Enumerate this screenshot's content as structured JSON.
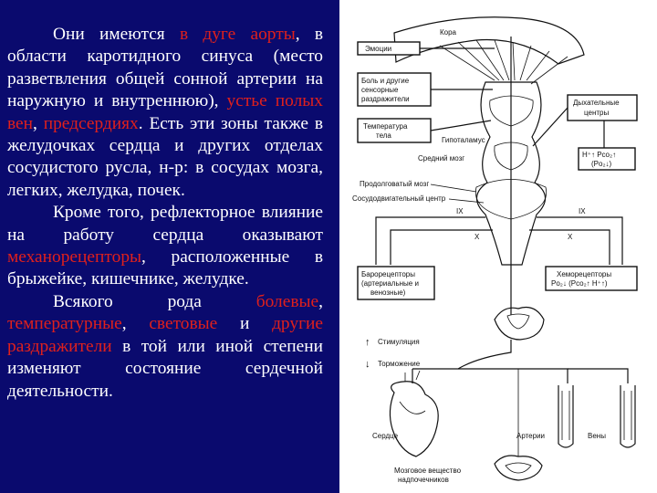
{
  "text": {
    "p1": {
      "s1": "Они имеются ",
      "r1": "в дуге аорты",
      "s2": ", в области каротидного синуса (место разветвления общей сонной артерии на наружную и внутреннюю), ",
      "r2": "устье полых вен",
      "s3": ", ",
      "r3": "предсердиях",
      "s4": ". Есть эти зоны также в желудочках сердца и других отделах сосудистого русла, н-р: в сосудах мозга, легких, желудка, почек."
    },
    "p2": {
      "s1": "Кроме того, рефлекторное влияние на работу сердца оказывают ",
      "r1": "механорецепторы",
      "s2": ", расположенные в брыжейке, кишечнике, желудке."
    },
    "p3": {
      "s1": "Всякого рода ",
      "r1": "болевые",
      "s2": ", ",
      "r2": "температурные",
      "s3": ", ",
      "r3": "световые",
      "s4": " и ",
      "r4": "другие раздражители",
      "s5": " в той или иной степени изменяют состояние сердечной деятельности."
    }
  },
  "diagram": {
    "cortex": "Кора",
    "emotion": "Эмоции",
    "pain_1": "Боль и другие",
    "pain_2": "сенсорные",
    "pain_3": "раздражители",
    "temp_1": "Температура",
    "temp_2": "тела",
    "hypothalamus": "Гипоталамус",
    "respiratory_1": "Дыхательные",
    "respiratory_2": "центры",
    "midbrain": "Средний мозг",
    "gas_1": "H⁺↑ Pco₂↑",
    "gas_2": "(Po₂↓)",
    "medulla": "Продолговатый мозг",
    "vasomotor": "Сосудодвигательный центр",
    "nerve_ix_left": "IX",
    "nerve_ix_right": "IX",
    "nerve_x_left": "X",
    "nerve_x_right": "X",
    "baro_1": "Барорецепторы",
    "baro_2": "(артериальные и",
    "baro_3": "венозные)",
    "chemo_1": "Хеморецепторы",
    "chemo_2": "Po₂↓ (Pco₂↑ H⁺↑)",
    "stimulation": "Стимуляция",
    "inhibition": "Торможение",
    "heart": "Сердце",
    "arteries": "Артерии",
    "veins": "Вены",
    "adrenal_1": "Мозговое вещество",
    "adrenal_2": "надпочечников"
  }
}
